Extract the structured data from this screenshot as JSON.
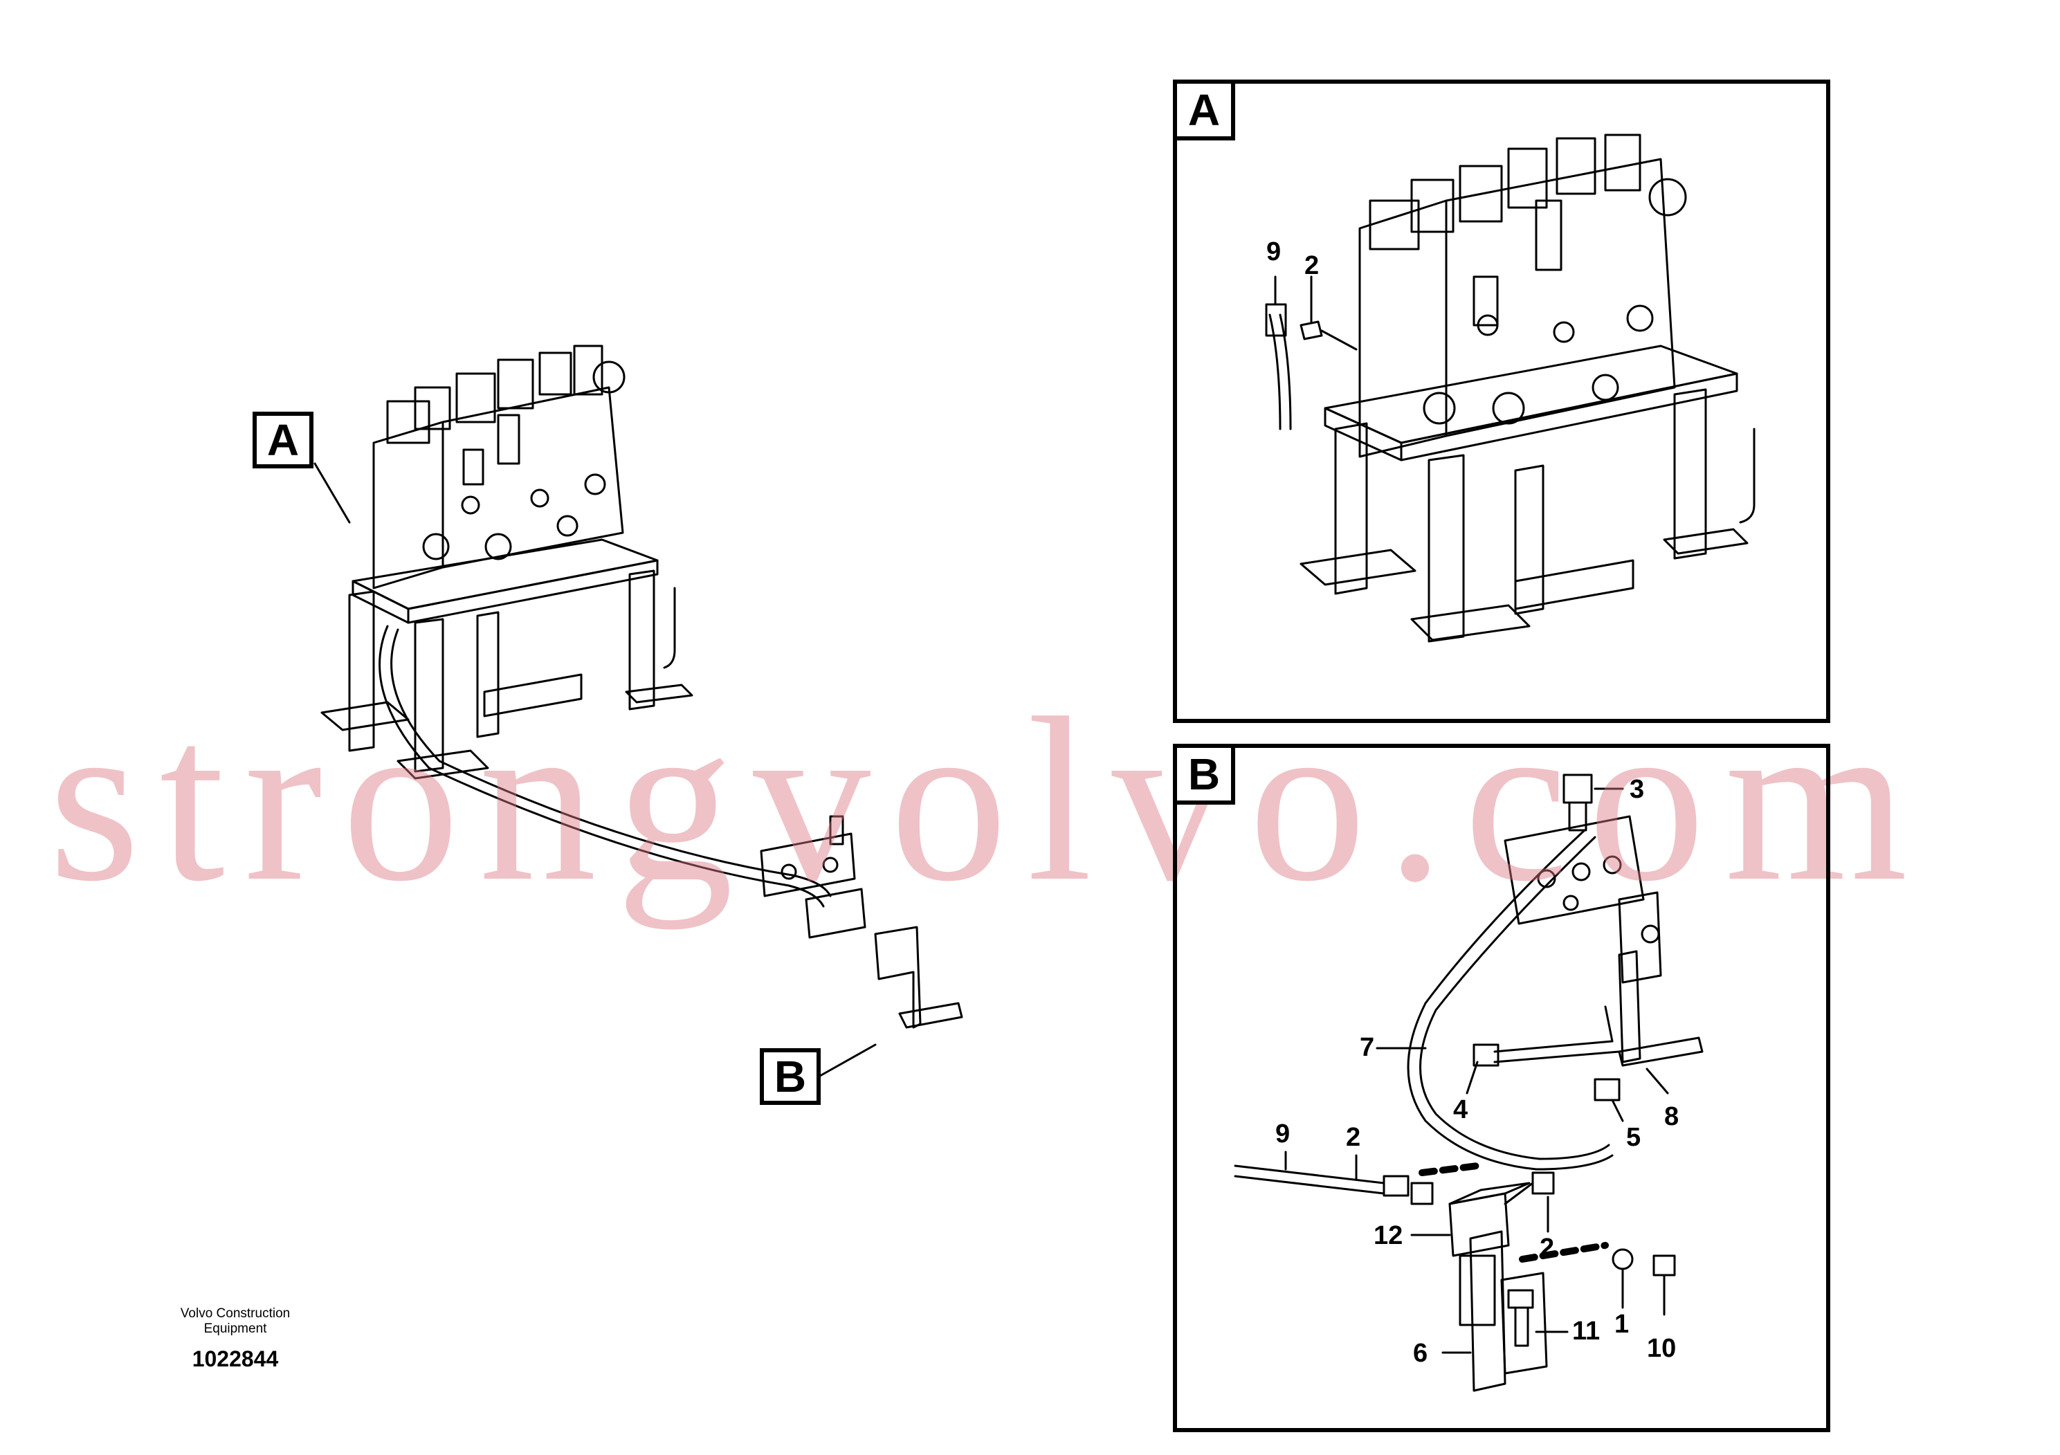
{
  "main_view": {
    "tag_a": "A",
    "tag_b": "B"
  },
  "detail_a": {
    "label": "A",
    "callouts": [
      "9",
      "2"
    ]
  },
  "detail_b": {
    "label": "B",
    "callouts": [
      "3",
      "7",
      "4",
      "8",
      "5",
      "9",
      "2",
      "12",
      "2",
      "1",
      "10",
      "11",
      "6"
    ]
  },
  "credit": {
    "company_line1": "Volvo Construction",
    "company_line2": "Equipment",
    "drawing_number": "1022844"
  },
  "watermark": "strongvolvo.com",
  "colors": {
    "line": "#000000",
    "watermark": "#dc7882"
  }
}
